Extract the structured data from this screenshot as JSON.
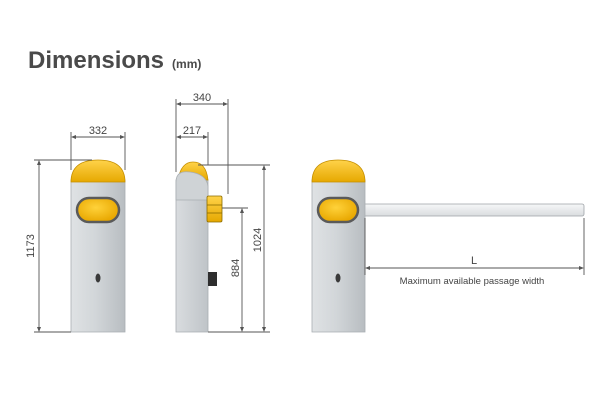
{
  "title": {
    "main": "Dimensions",
    "unit": "(mm)"
  },
  "front_view": {
    "width": "332",
    "height": "1173"
  },
  "side_view": {
    "overall_depth": "340",
    "cap_depth": "217",
    "total_height": "1024",
    "arm_height": "884"
  },
  "arm_view": {
    "length_label": "L",
    "caption": "Maximum available passage width"
  },
  "colors": {
    "housing": "#cfd3d6",
    "housing_shade": "#b9bec2",
    "cap": "#f2b600",
    "cap_dark": "#d49a00",
    "lamp_border": "#5a5a5a",
    "boom": "#e9ebed",
    "dimension_line": "#555555",
    "text": "#444444"
  }
}
